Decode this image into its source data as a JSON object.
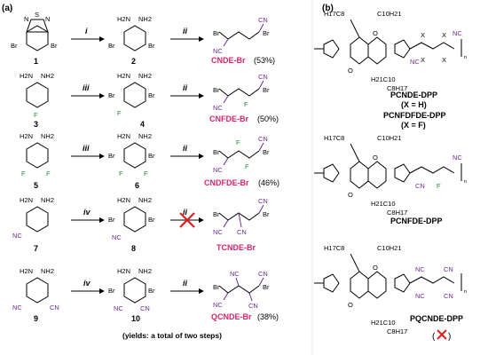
{
  "panels": {
    "a": "(a)",
    "b": "(b)"
  },
  "steps": {
    "i": "i",
    "ii": "ii",
    "iii": "iii",
    "iv": "iv"
  },
  "compounds": {
    "c1": "1",
    "c2": "2",
    "c3": "3",
    "c4": "4",
    "c5": "5",
    "c6": "6",
    "c7": "7",
    "c8": "8",
    "c9": "9",
    "c10": "10"
  },
  "atoms": {
    "br": "Br",
    "nh2": "NH2",
    "h2n": "H2N",
    "f": "F",
    "nc": "NC",
    "cn": "CN",
    "s": "S",
    "n": "N",
    "o": "O",
    "x": "X"
  },
  "products": [
    {
      "name": "CNDE-Br",
      "yield": "(53%)"
    },
    {
      "name": "CNFDE-Br",
      "yield": "(50%)"
    },
    {
      "name": "CNDFDE-Br",
      "yield": "(46%)"
    },
    {
      "name": "TCNDE-Br",
      "yield": ""
    },
    {
      "name": "QCNDE-Br",
      "yield": "(38%)"
    }
  ],
  "yields_note": "(yields: a total of two steps)",
  "polymers": [
    {
      "name": "PCNDE-DPP",
      "sub": "(X = H)"
    },
    {
      "name": "PCNFDFDE-DPP",
      "sub": "(X = F)"
    },
    {
      "name": "PCNFDE-DPP",
      "sub": ""
    },
    {
      "name": "PQCNDE-DPP",
      "sub": ""
    }
  ],
  "alkyl": {
    "top_a": "H17C8",
    "top_b": "C10H21",
    "bot_a": "H21C10",
    "bot_b": "C8H17"
  },
  "colors": {
    "product": "#d6246e",
    "cyano": "#6a2a8f",
    "fluoro": "#1a8a3a",
    "cross": "#e02020"
  }
}
